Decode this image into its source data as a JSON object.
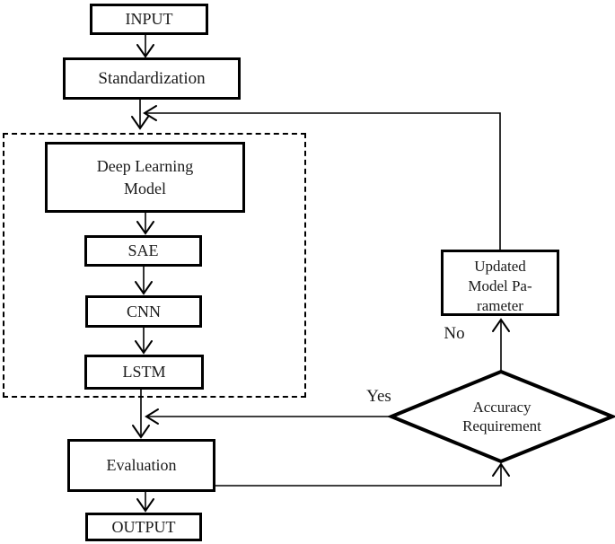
{
  "diagram": {
    "background": "#ffffff",
    "stroke_color": "#000000",
    "text_color": "#1a1a1a",
    "nodes": {
      "input": {
        "label": "INPUT"
      },
      "standardization": {
        "label": "Standardization"
      },
      "deep_learning_model": {
        "lines": [
          "Deep Learning",
          "Model"
        ]
      },
      "sae": {
        "label": "SAE"
      },
      "cnn": {
        "label": "CNN"
      },
      "lstm": {
        "label": "LSTM"
      },
      "evaluation": {
        "label": "Evaluation"
      },
      "output": {
        "label": "OUTPUT"
      },
      "updated_model_parameter": {
        "lines": [
          "Updated",
          "Model Pa-",
          "rameter"
        ]
      },
      "accuracy_requirement": {
        "lines": [
          "Accuracy",
          "Requirement"
        ]
      }
    },
    "edge_labels": {
      "yes": "Yes",
      "no": "No"
    }
  }
}
